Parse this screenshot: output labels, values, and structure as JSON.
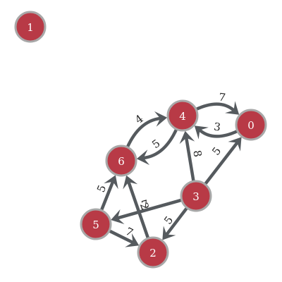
{
  "colors": {
    "node_fill": "#b83a46",
    "node_stroke": "#a8a8a8",
    "edge": "#555a5e",
    "node_text": "#ffffff",
    "edge_text": "#222222"
  },
  "graph": {
    "directed": true,
    "nodes": [
      {
        "id": "0",
        "label": "0"
      },
      {
        "id": "1",
        "label": "1"
      },
      {
        "id": "2",
        "label": "2"
      },
      {
        "id": "3",
        "label": "3"
      },
      {
        "id": "4",
        "label": "4"
      },
      {
        "id": "5",
        "label": "5"
      },
      {
        "id": "6",
        "label": "6"
      }
    ],
    "edges": [
      {
        "source": "4",
        "target": "0",
        "weight": "7"
      },
      {
        "source": "0",
        "target": "4",
        "weight": "3"
      },
      {
        "source": "6",
        "target": "4",
        "weight": "4"
      },
      {
        "source": "4",
        "target": "6",
        "weight": "5"
      },
      {
        "source": "3",
        "target": "4",
        "weight": "8"
      },
      {
        "source": "3",
        "target": "0",
        "weight": "5"
      },
      {
        "source": "3",
        "target": "5",
        "weight": "7"
      },
      {
        "source": "3",
        "target": "2",
        "weight": "5"
      },
      {
        "source": "2",
        "target": "6",
        "weight": "2"
      },
      {
        "source": "5",
        "target": "6",
        "weight": "5"
      },
      {
        "source": "5",
        "target": "2",
        "weight": "7"
      }
    ]
  }
}
